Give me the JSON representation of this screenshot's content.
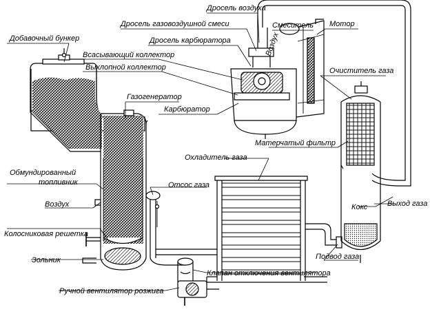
{
  "labels": {
    "dobavochny_bunker": "Добавочный бункер",
    "drossel_vozduha": "Дросель воздуха",
    "drossel_gazovozdushnoy": "Дросель газовоздушной смеси",
    "drossel_karbyuratora": "Дросель карбюратора",
    "smesitel": "Смеситель",
    "motor": "Мотор",
    "vozduh_vertical": "Воздух",
    "vsasyvayushchy_kollektor": "Всасывающий коллектор",
    "vyhlopnoy_kollektor": "Выхлопной коллектор",
    "ochistitel_gaza": "Очиститель газа",
    "gazogenerator": "Газогенератор",
    "karbyurator": "Карбюратор",
    "materchatyy_filtr": "Матерчатый фильтр",
    "ohladitel_gaza": "Охладитель газа",
    "obmundirovanny_1": "Обмундированный",
    "obmundirovanny_2": "топливник",
    "otsos_gaza": "Отсос газа",
    "vozduh": "Воздух",
    "koks": "Кокс",
    "vyhod_gaza": "Выход газа",
    "kolosnikovaya_reshetka": "Колосниковая решетка",
    "zolnik": "Зольник",
    "podvod_gaza": "Подвод газа",
    "klapan_otklyucheniya": "Клапан отключения вентилятора",
    "ruchnoy_ventilyator": "Ручной вентилятор розжига"
  },
  "colors": {
    "ink": "#000000",
    "hatch": "#222222",
    "fill": "#ffffff"
  }
}
